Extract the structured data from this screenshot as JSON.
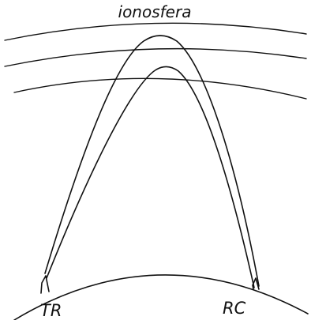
{
  "labels": {
    "layer": "ionosfera",
    "transmitter": "TR",
    "receiver": "RC"
  }
}
